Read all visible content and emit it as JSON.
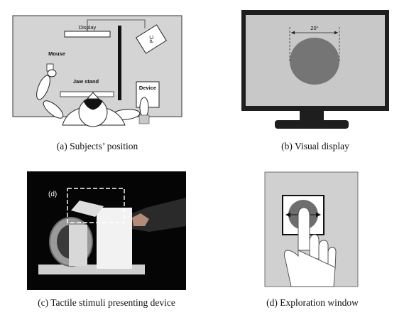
{
  "panel_a": {
    "caption": "(a) Subjects’ position",
    "labels": {
      "display": "Display",
      "pc": "PC",
      "mouse": "Mouse",
      "jaw_stand": "Jaw stand",
      "device": "Device"
    }
  },
  "panel_b": {
    "caption": "(b) Visual display",
    "angle_label": "20°"
  },
  "panel_c": {
    "caption": "(c) Tactile stimuli presenting device",
    "inset_label": "(d)"
  },
  "panel_d": {
    "caption": "(d) Exploration window"
  },
  "colors": {
    "panel_bg": "#d3d3d3",
    "monitor_frame": "#222222",
    "stimulus_disk": "#7a7a7a",
    "photo_bg": "#050505"
  }
}
